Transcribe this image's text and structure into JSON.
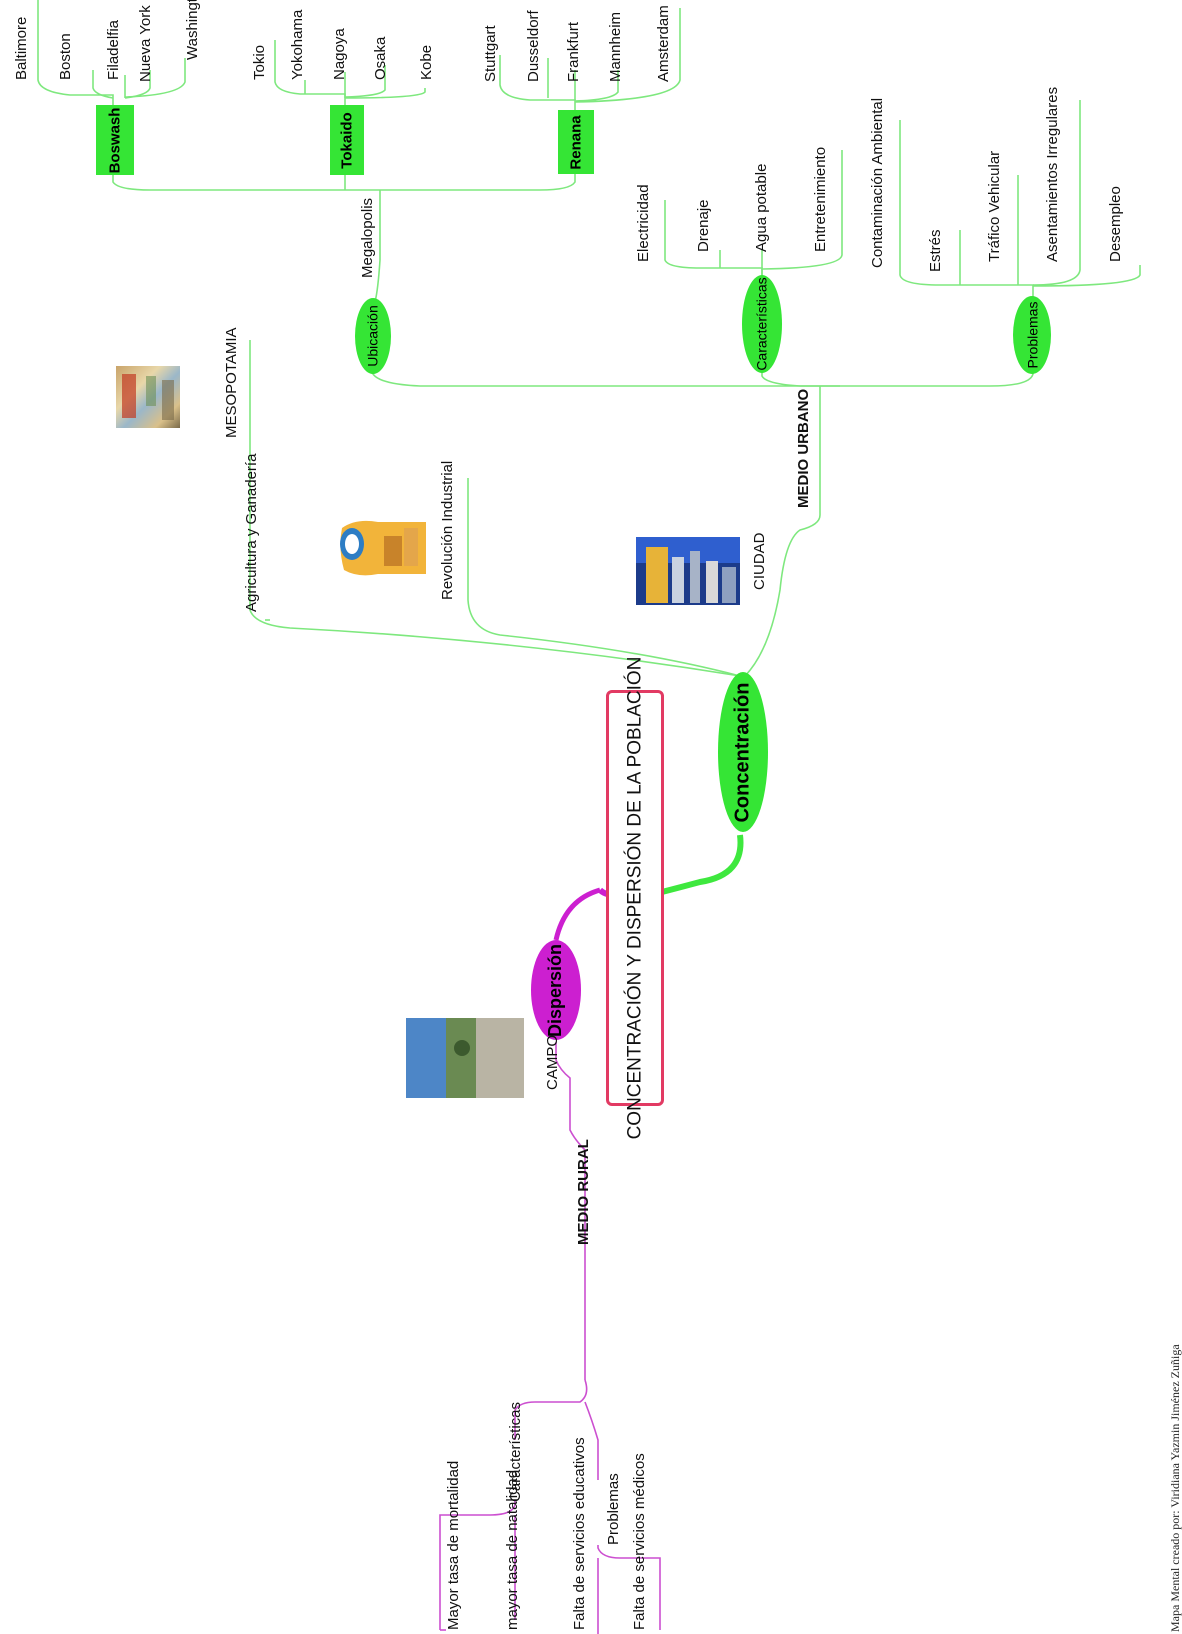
{
  "title": "CONCENTRACIÓN Y DISPERSIÓN DE LA POBLACIÓN",
  "credit": "Mapa Mental creado por: Viridiana Yazmin Jiménez Zuñiga",
  "concentracion": {
    "label": "Concentración",
    "historia": [
      "Agricultura y Ganadería",
      "MESOPOTAMIA",
      "Revolución Industrial"
    ],
    "ciudad": "CIUDAD",
    "medio_urbano": "MEDIO URBANO",
    "ubicacion": {
      "label": "Ubicación",
      "megalopolis": "Megalopolis",
      "boswash": {
        "label": "Boswash",
        "cities": [
          "Baltimore",
          "Boston",
          "Filadelfia",
          "Nueva York",
          "Washington"
        ]
      },
      "tokaido": {
        "label": "Tokaido",
        "cities": [
          "Tokio",
          "Yokohama",
          "Nagoya",
          "Osaka",
          "Kobe"
        ]
      },
      "renana": {
        "label": "Renana",
        "cities": [
          "Stuttgart",
          "Dusseldorf",
          "Frankfurt",
          "Mannheim",
          "Amsterdam"
        ]
      }
    },
    "caracteristicas": {
      "label": "Características",
      "items": [
        "Electricidad",
        "Drenaje",
        "Agua potable",
        "Entretenimiento"
      ]
    },
    "problemas": {
      "label": "Problemas",
      "items": [
        "Contaminación Ambiental",
        "Estrés",
        "Tráfico Vehicular",
        "Asentamientos Irregulares",
        "Desempleo"
      ]
    }
  },
  "dispersion": {
    "label": "Dispersión",
    "campo": "CAMPO",
    "medio_rural": "MEDIO RURAL",
    "caracteristicas": {
      "label": "Características",
      "items": [
        "Mayor tasa de mortalidad",
        "mayor tasa de natalidad"
      ]
    },
    "problemas": {
      "label": "Problemas",
      "items": [
        "Falta de servicios educativos",
        "Falta de servicios médicos"
      ]
    }
  },
  "colors": {
    "green": "#35e535",
    "magenta": "#cc1fd0",
    "title_border": "#e23a63"
  }
}
